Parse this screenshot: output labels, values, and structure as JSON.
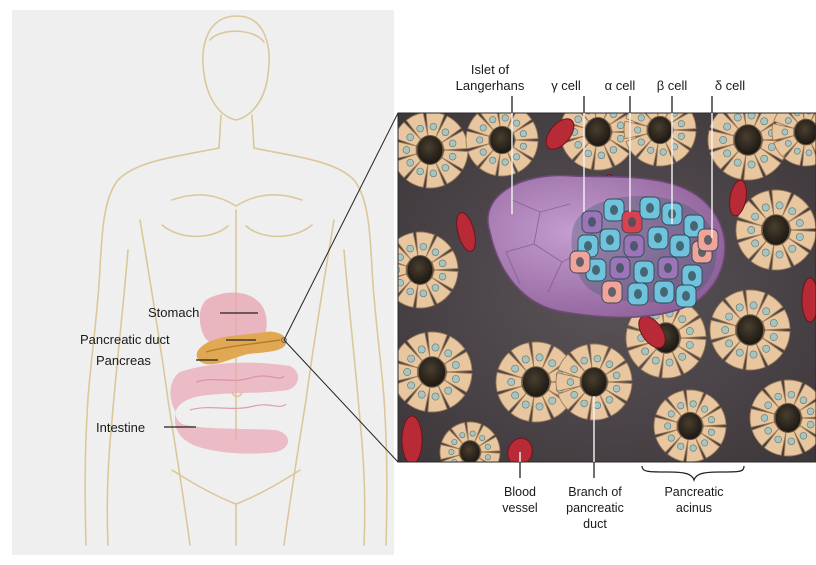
{
  "body_labels": {
    "stomach": "Stomach",
    "pancreatic_duct": "Pancreatic duct",
    "pancreas": "Pancreas",
    "intestine": "Intestine"
  },
  "detail_labels": {
    "islet_line1": "Islet of",
    "islet_line2": "Langerhans",
    "gamma_cell": "γ cell",
    "alpha_cell": "α cell",
    "beta_cell": "β cell",
    "delta_cell": "δ cell",
    "blood_line1": "Blood",
    "blood_line2": "vessel",
    "branch_line1": "Branch of",
    "branch_line2": "pancreatic",
    "branch_line3": "duct",
    "acinus_line1": "Pancreatic",
    "acinus_line2": "acinus"
  },
  "colors": {
    "panel_bg": "#efefef",
    "tissue_bg": "#4a4448",
    "acinar_cell": "#e8c7a0",
    "blood_vessel": "#b82a35",
    "islet": "#a47bb0",
    "alpha_cell": "#d9414f",
    "beta_cell": "#6fc3dc",
    "delta_cell": "#f2a39a",
    "gamma_cell": "#9c74b8"
  }
}
